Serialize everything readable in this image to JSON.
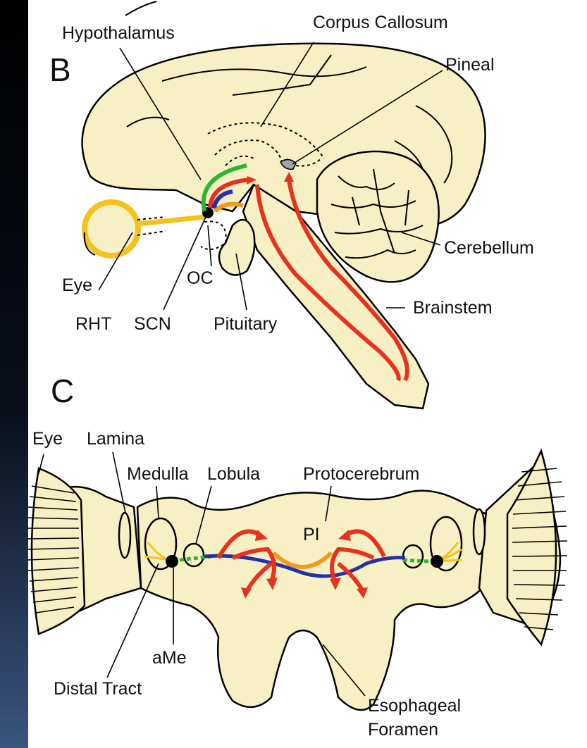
{
  "colors": {
    "tissue": "#f7f0c4",
    "red_path": "#e8321e",
    "green_path": "#2fb52f",
    "blue_path": "#2430a8",
    "orange_path": "#f29a1d",
    "yellow_path": "#f5c21b"
  },
  "panel_b": {
    "letter": "B",
    "labels": {
      "hypothalamus": "Hypothalamus",
      "corpus_callosum": "Corpus Callosum",
      "pineal": "Pineal",
      "cerebellum": "Cerebellum",
      "eye": "Eye",
      "oc": "OC",
      "rht": "RHT",
      "scn": "SCN",
      "pituitary": "Pituitary",
      "brainstem": "Brainstem"
    }
  },
  "panel_c": {
    "letter": "C",
    "labels": {
      "eye": "Eye",
      "lamina": "Lamina",
      "medulla": "Medulla",
      "lobula": "Lobula",
      "protocerebrum": "Protocerebrum",
      "pi": "PI",
      "ame": "aMe",
      "distal_tract": "Distal Tract",
      "esophageal_1": "Esophageal",
      "esophageal_2": "Foramen"
    }
  }
}
